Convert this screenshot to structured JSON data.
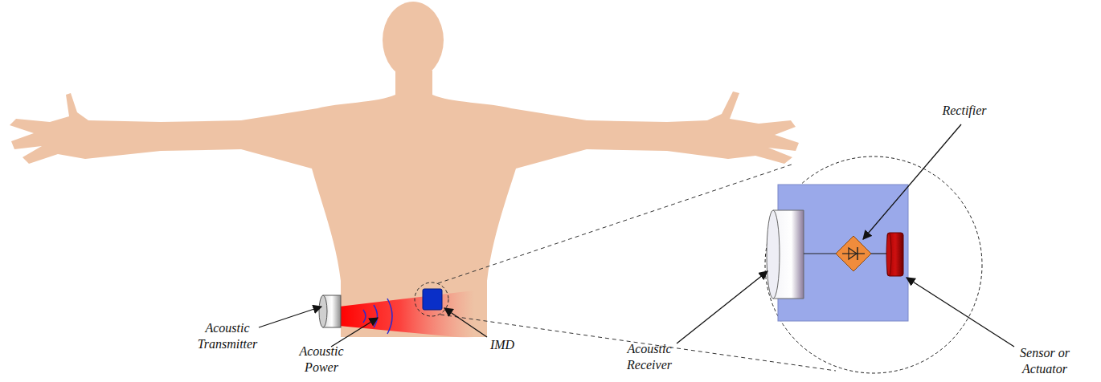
{
  "diagram": {
    "labels": [
      "Rectifier",
      "Acoustic Transmitter",
      "Acoustic Power",
      "IMD",
      "Acoustic Receiver",
      "Sensor or Actuator"
    ]
  }
}
